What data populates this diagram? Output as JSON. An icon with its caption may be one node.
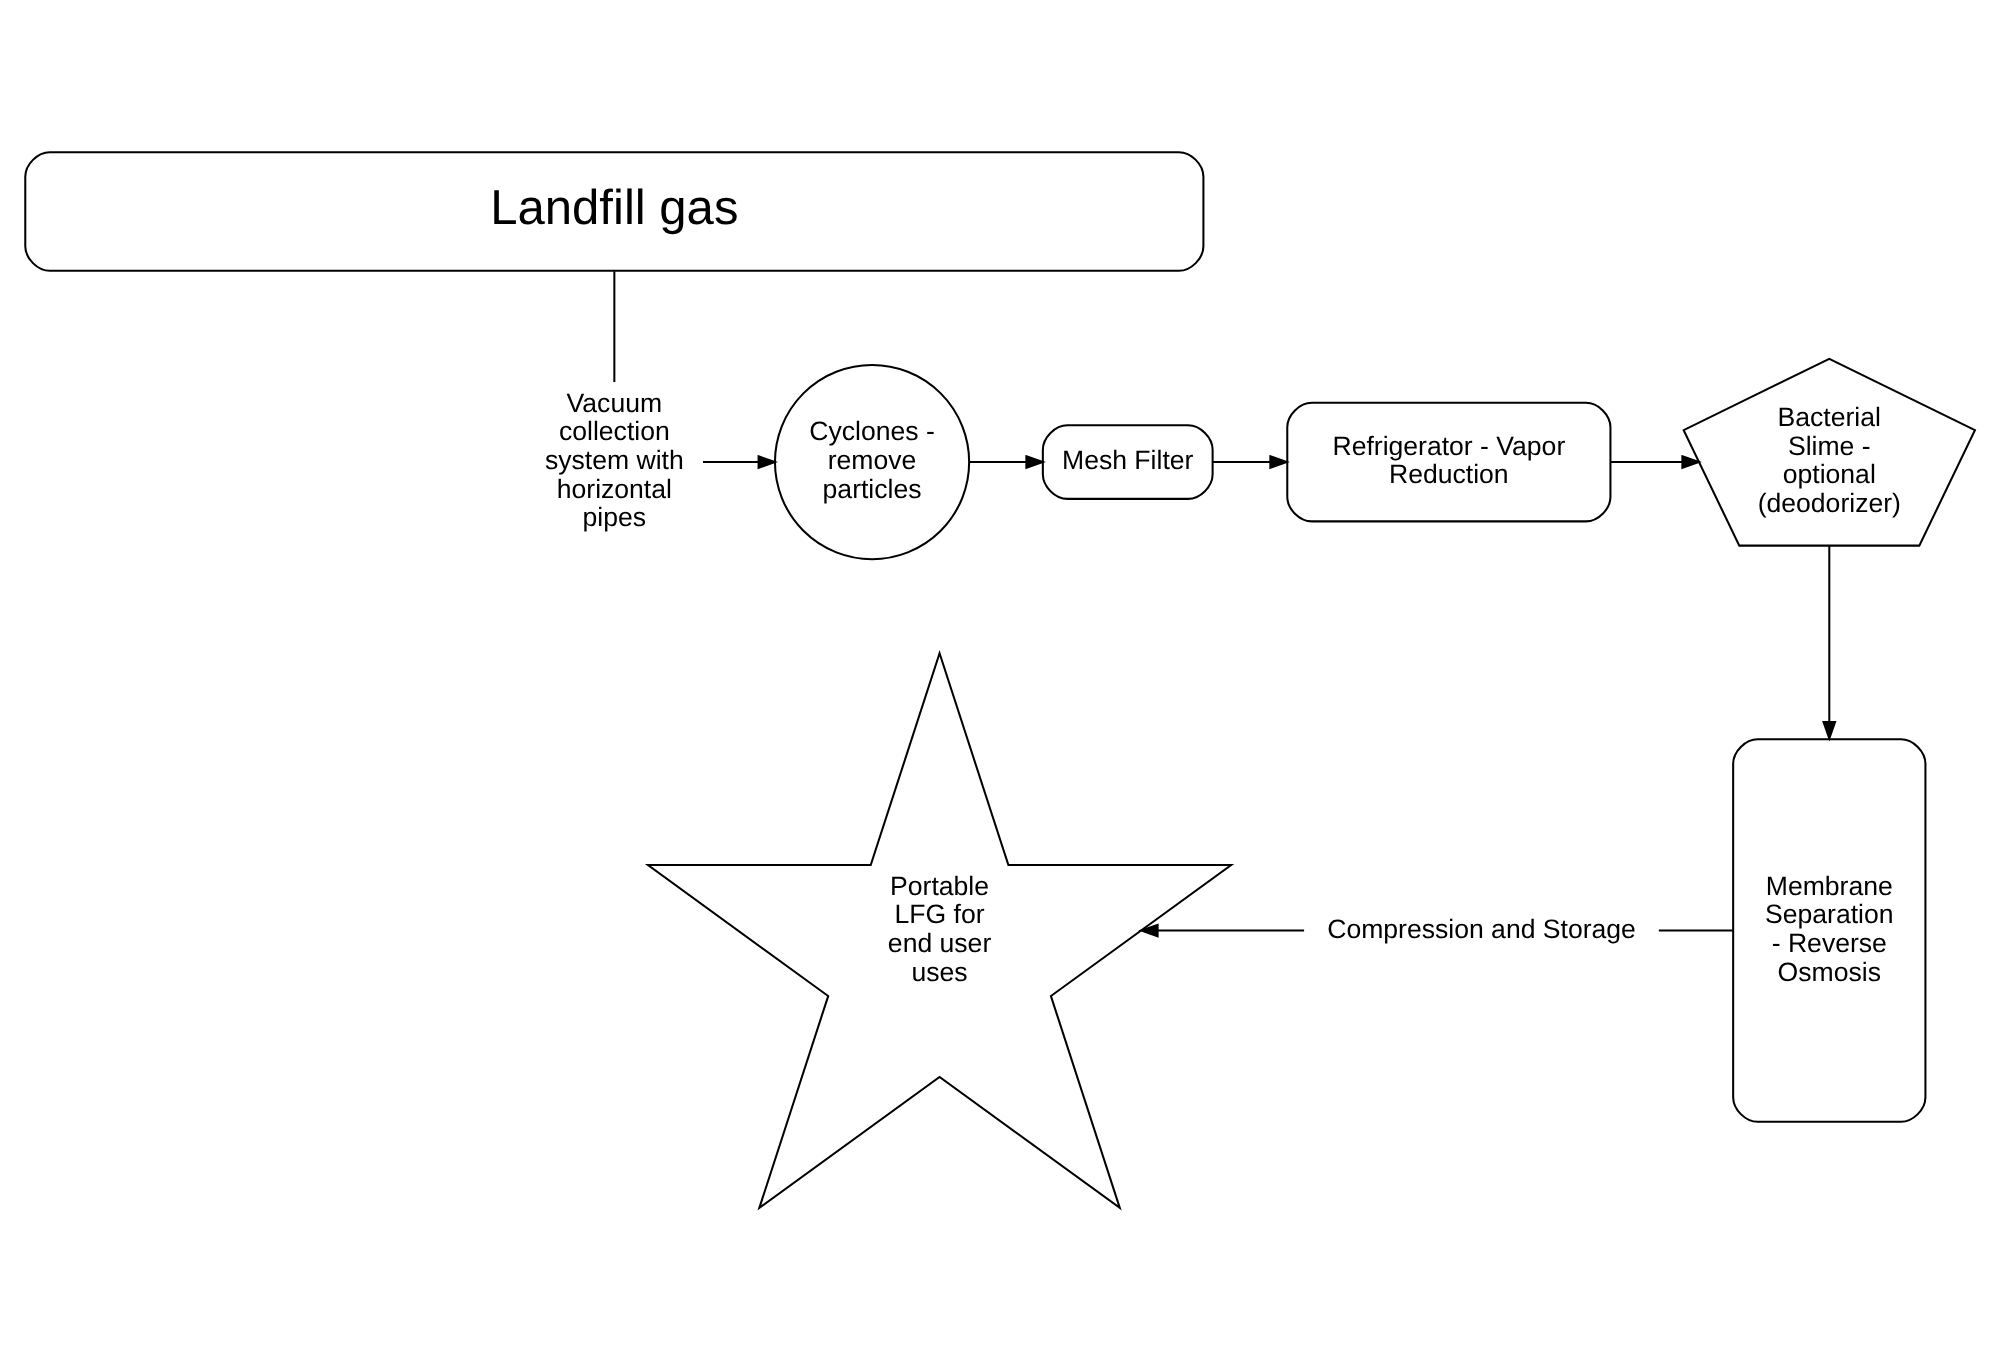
{
  "diagram": {
    "nodes": [
      {
        "text": [
          "Landfill gas"
        ]
      },
      {
        "text": [
          "Vacuum collection system with horizontal pipes"
        ]
      },
      {
        "text": [
          "Cyclones - remove particles"
        ]
      },
      {
        "text": [
          "Mesh Filter"
        ]
      },
      {
        "text": [
          "Refrigerator - Vapor Reduction"
        ]
      },
      {
        "text": [
          "Bacterial Slime - optional (deodorizer)"
        ]
      },
      {
        "text": [
          "Membrane Separation - Reverse Osmosis"
        ]
      },
      {
        "text": [
          "Compression and Storage"
        ]
      },
      {
        "text": [
          "Portable LFG for end user uses"
        ]
      }
    ],
    "edges": [
      {
        "from": 0,
        "to": 1,
        "arrow": "none"
      },
      {
        "from": 1,
        "to": 2,
        "arrow": "to"
      },
      {
        "from": 2,
        "to": 3,
        "arrow": "to"
      },
      {
        "from": 3,
        "to": 4,
        "arrow": "to"
      },
      {
        "from": 4,
        "to": 5,
        "arrow": "to"
      },
      {
        "from": 5,
        "to": 6,
        "arrow": "to"
      },
      {
        "from": 6,
        "to": 7,
        "arrow": "none"
      },
      {
        "from": 7,
        "to": 8,
        "arrow": "to"
      }
    ]
  }
}
